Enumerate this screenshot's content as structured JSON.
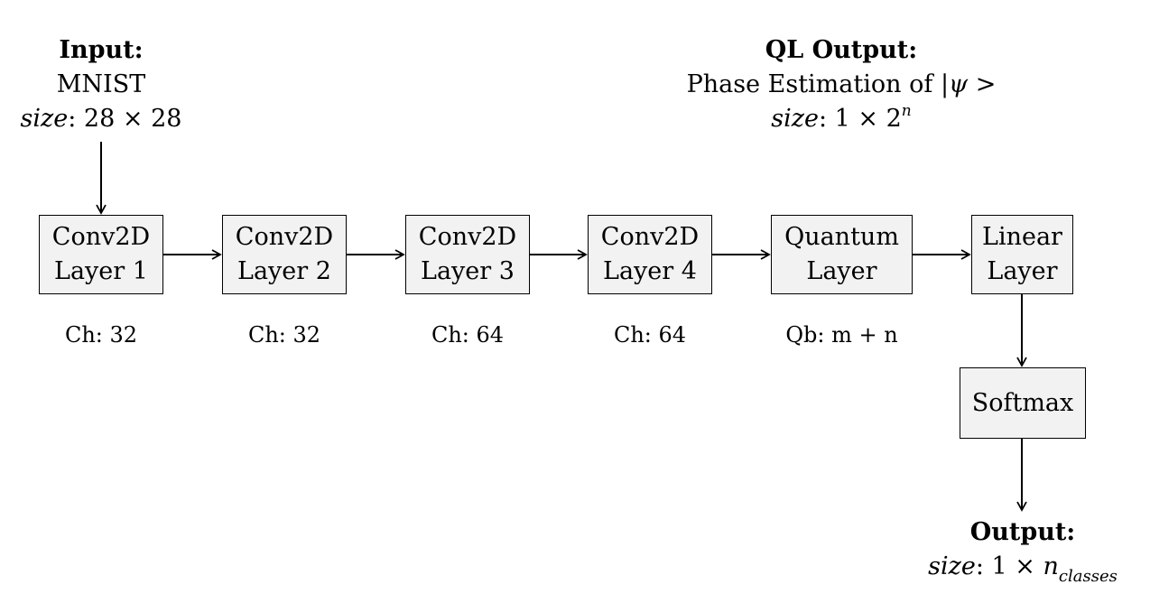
{
  "input": {
    "title": "Input:",
    "dataset": "MNIST",
    "size_var": "size",
    "size_value": ": 28 × 28"
  },
  "ql_output": {
    "title": "QL Output:",
    "description": "Phase Estimation of",
    "state": "|ψ >",
    "size_var": "size",
    "size_value": ": 1 × 2",
    "size_exp": "n"
  },
  "nodes": [
    {
      "id": "conv1",
      "line1": "Conv2D",
      "line2": "Layer 1",
      "caption": "Ch:  32"
    },
    {
      "id": "conv2",
      "line1": "Conv2D",
      "line2": "Layer 2",
      "caption": "Ch:  32"
    },
    {
      "id": "conv3",
      "line1": "Conv2D",
      "line2": "Layer 3",
      "caption": "Ch:  64"
    },
    {
      "id": "conv4",
      "line1": "Conv2D",
      "line2": "Layer 4",
      "caption": "Ch:  64"
    },
    {
      "id": "quantum",
      "line1": "Quantum",
      "line2": "Layer",
      "caption": "Qb:  m + n"
    },
    {
      "id": "linear",
      "line1": "Linear",
      "line2": "Layer"
    },
    {
      "id": "softmax",
      "line1": "Softmax"
    }
  ],
  "output": {
    "title": "Output:",
    "size_var": "size",
    "size_value": ": 1 ×",
    "n_var": "n",
    "n_sub": "classes"
  }
}
